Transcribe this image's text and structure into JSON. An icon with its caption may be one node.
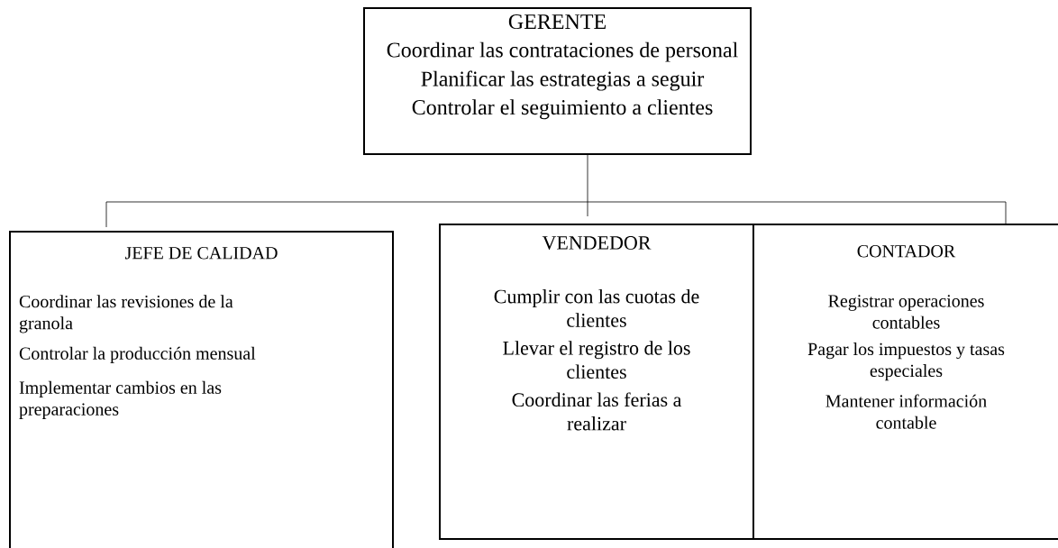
{
  "diagram": {
    "nodes": [
      {
        "text": [
          "GERENTE",
          "Coordinar las contrataciones de personal",
          "Planificar las estrategias a seguir",
          "Controlar el seguimiento a clientes"
        ]
      },
      {
        "text": [
          "JEFE DE CALIDAD",
          "Coordinar las revisiones de la granola",
          "Controlar la producción mensual",
          "Implementar cambios en las preparaciones"
        ]
      },
      {
        "text": [
          "VENDEDOR",
          "Cumplir con las cuotas de clientes",
          "Llevar el registro de los clientes",
          "Coordinar las ferias a realizar"
        ]
      },
      {
        "text": [
          "CONTADOR",
          "Registrar operaciones contables",
          "Pagar los impuestos y tasas especiales",
          "Mantener información contable"
        ]
      }
    ],
    "edges": [
      {
        "from": 0,
        "to": 1,
        "arrow": "none"
      },
      {
        "from": 0,
        "to": 2,
        "arrow": "none"
      },
      {
        "from": 0,
        "to": 3,
        "arrow": "none"
      }
    ]
  }
}
